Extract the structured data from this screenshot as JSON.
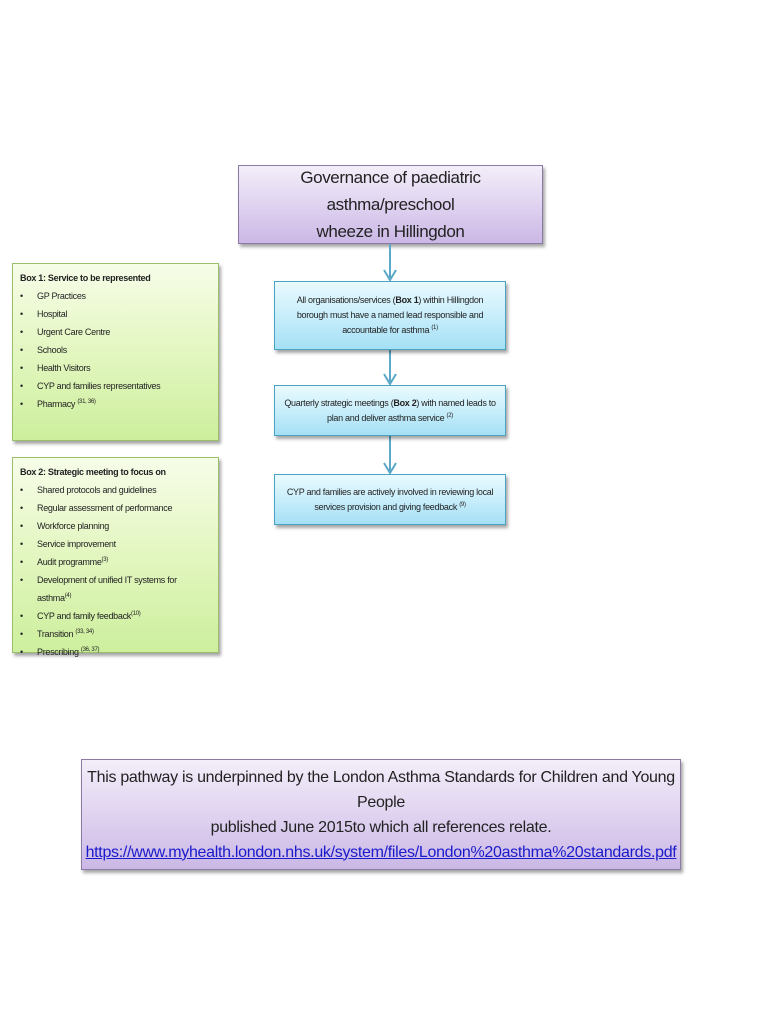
{
  "title": {
    "line1": "Governance of paediatric asthma/preschool",
    "line2": "wheeze in Hillingdon"
  },
  "steps": [
    {
      "pre": "All organisations/services (",
      "bold": "Box 1",
      "post": ") within Hillingdon borough must have a named lead responsible and accountable for asthma",
      "ref": "(1)"
    },
    {
      "pre": "Quarterly strategic meetings  (",
      "bold": "Box 2",
      "post": ") with named leads to plan and deliver asthma service",
      "ref": "(2)"
    },
    {
      "pre": "CYP and families are actively involved in reviewing local services provision and giving feedback",
      "bold": "",
      "post": "",
      "ref": "(9)"
    }
  ],
  "box1": {
    "heading": "Box 1:  Service to be represented",
    "bullet": "•",
    "items": [
      {
        "text": "GP Practices",
        "ref": ""
      },
      {
        "text": "Hospital",
        "ref": ""
      },
      {
        "text": "Urgent Care Centre",
        "ref": ""
      },
      {
        "text": "Schools",
        "ref": ""
      },
      {
        "text": "Health Visitors",
        "ref": ""
      },
      {
        "text": "CYP and families representatives",
        "ref": ""
      },
      {
        "text": "Pharmacy ",
        "ref": "(31, 36)"
      }
    ]
  },
  "box2": {
    "heading": "Box 2:  Strategic meeting to focus on",
    "bullet": "•",
    "items": [
      {
        "text": "Shared protocols and guidelines",
        "ref": ""
      },
      {
        "text": "Regular assessment of performance",
        "ref": ""
      },
      {
        "text": "Workforce planning",
        "ref": ""
      },
      {
        "text": "Service improvement",
        "ref": ""
      },
      {
        "text": "Audit programme",
        "ref": "(3)"
      },
      {
        "text": "Development of unified IT systems for asthma",
        "ref": "(4)"
      },
      {
        "text": "CYP and family feedback",
        "ref": "(10)"
      },
      {
        "text": "Transition ",
        "ref": "(33, 34)"
      },
      {
        "text": "Prescribing ",
        "ref": "(36, 37)"
      }
    ]
  },
  "footer": {
    "line1": "This pathway is underpinned by the London Asthma Standards for Children and Young People",
    "line2": "published June 2015to which all references relate.",
    "link": "https://www.myhealth.london.nhs.uk/system/files/London%20asthma%20standards.pdf"
  },
  "colors": {
    "arrow": "#5ba8c8",
    "link": "#1a1acc"
  }
}
